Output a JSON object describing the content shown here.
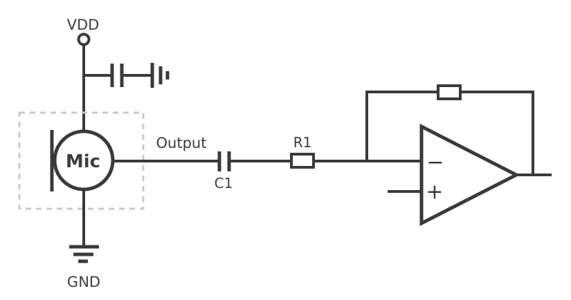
{
  "diagram": {
    "type": "circuit-schematic",
    "description": "Electret microphone with supply bypass, AC-coupled into an inverting op-amp stage with feedback resistor",
    "labels": {
      "vdd": "VDD",
      "gnd": "GND",
      "mic": "Mic",
      "output": "Output",
      "c1": "C1",
      "r1": "R1",
      "opamp_inverting": "−",
      "opamp_noninverting": "+"
    },
    "colors": {
      "line": "#3a3a3a",
      "text": "#3d3d3d",
      "enclosure_dash": "#c9c9c9",
      "background": "#ffffff"
    }
  }
}
